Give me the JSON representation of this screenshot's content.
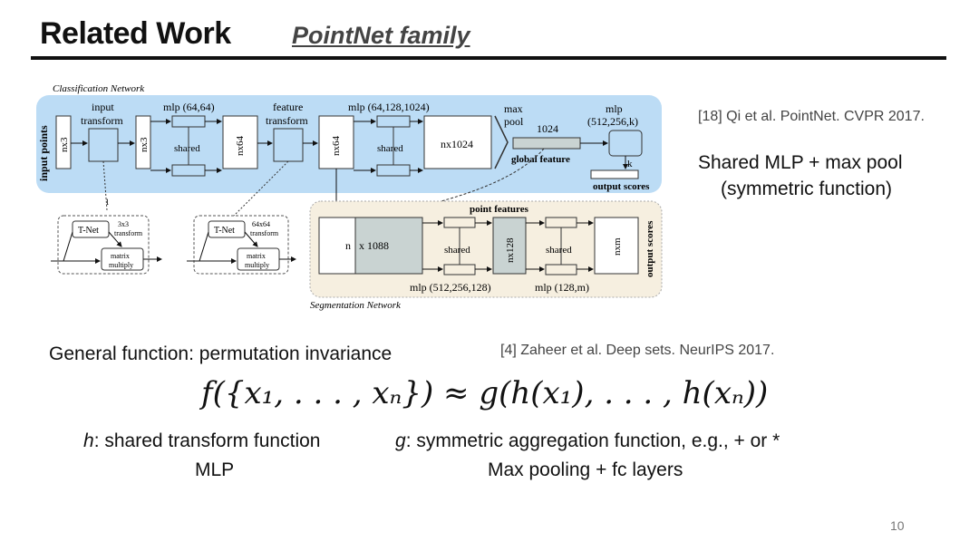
{
  "slide": {
    "title": "Related Work",
    "subtitle": "PointNet family",
    "reference_1": "[18] Qi et al. PointNet. CVPR 2017.",
    "note_line_1": "Shared MLP  + max pool",
    "note_line_2": "(symmetric function)",
    "general_function": "General function: permutation invariance",
    "reference_2": "[4] Zaheer et al. Deep sets. NeurIPS 2017.",
    "formula": "f({x₁, . . . , xₙ}) ≈ g(h(x₁), . . . , h(xₙ))",
    "h_var": "h",
    "h_desc": ": shared transform function",
    "h_sub": "MLP",
    "g_var": "g",
    "g_desc": ": symmetric aggregation function, e.g., + or *",
    "g_sub": "Max pooling + fc layers",
    "page_number": "10"
  },
  "diagram": {
    "classification_label": "Classification Network",
    "segmentation_label": "Segmentation Network",
    "input_points": "input points",
    "nx3_a": "nx3",
    "input_transform_1": "input",
    "input_transform_2": "transform",
    "nx3_b": "nx3",
    "mlp1": "mlp (64,64)",
    "shared": "shared",
    "nx64_a": "nx64",
    "feature_transform_1": "feature",
    "feature_transform_2": "transform",
    "nx64_b": "nx64",
    "mlp2": "mlp (64,128,1024)",
    "nx1024": "nx1024",
    "max_pool_1": "max",
    "max_pool_2": "pool",
    "size_1024": "1024",
    "global_feature": "global feature",
    "mlp3_1": "mlp",
    "mlp3_2": "(512,256,k)",
    "k": "k",
    "output_scores": "output scores",
    "tnet": "T-Net",
    "t3_1": "3x3",
    "t3_2": "transform",
    "t64_1": "64x64",
    "t64_2": "transform",
    "matrix_1": "matrix",
    "matrix_2": "multiply",
    "one": "1",
    "point_features": "point features",
    "n": "n",
    "x1088": "x 1088",
    "nx128": "nx128",
    "nxm": "nxm",
    "mlp_seg1": "mlp (512,256,128)",
    "mlp_seg2": "mlp (128,m)",
    "output_scores_seg": "output scores"
  },
  "colors": {
    "classification_bg": "#bcdcf5",
    "segmentation_bg": "#f6efe0",
    "gray_block": "#c9d3d2"
  }
}
